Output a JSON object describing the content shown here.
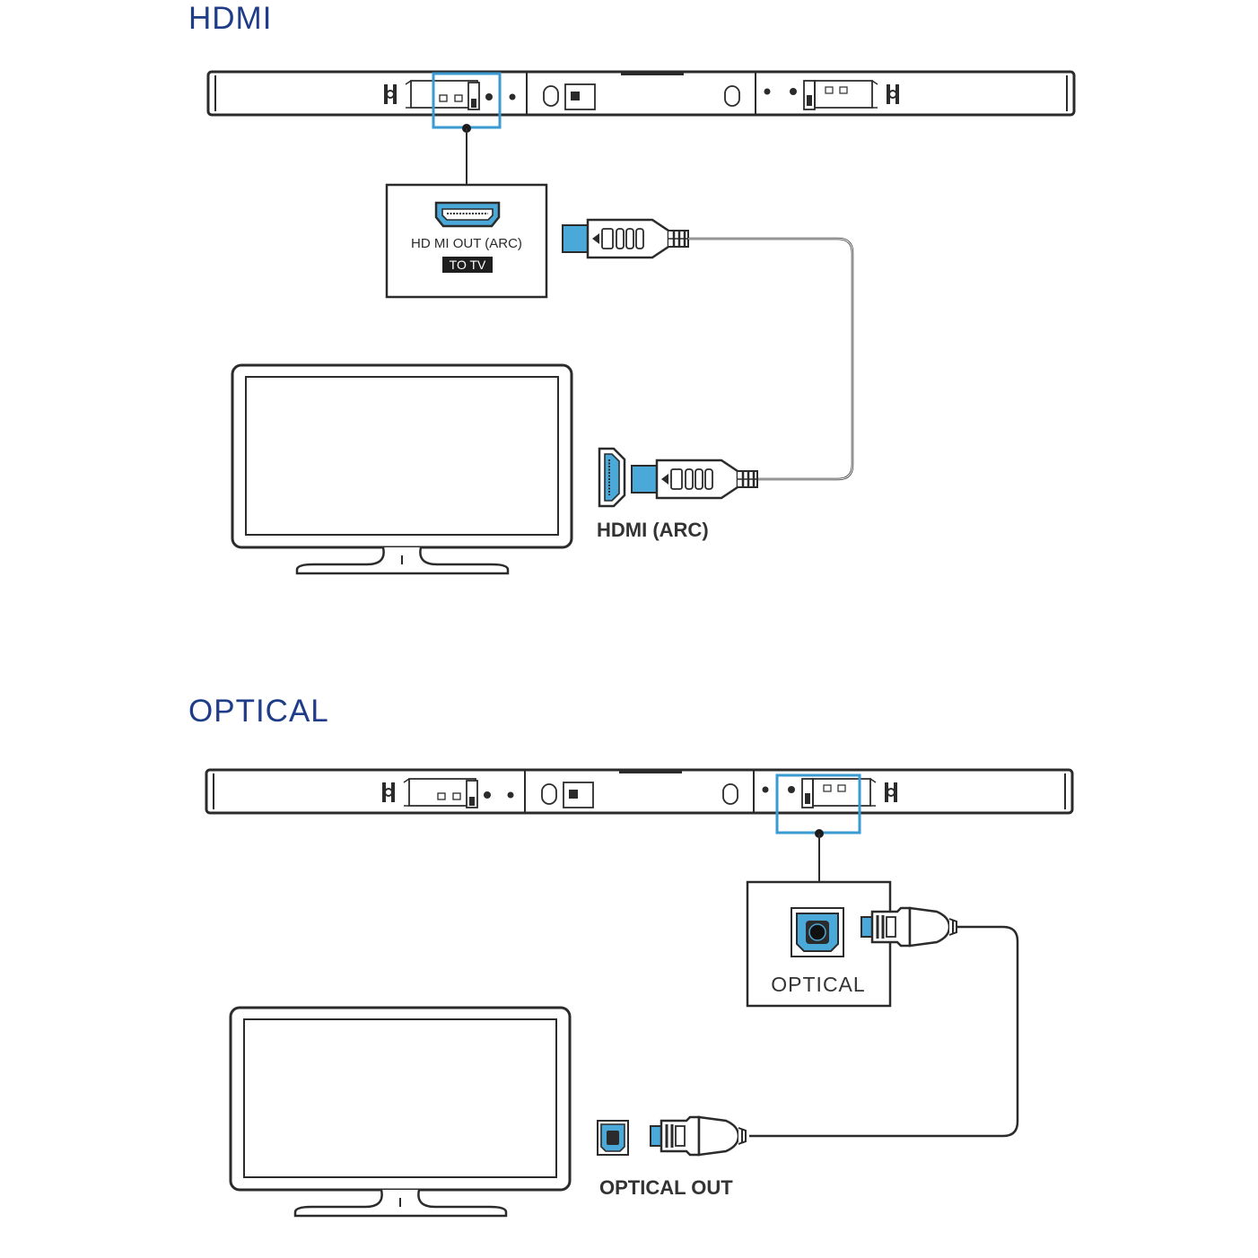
{
  "colors": {
    "title": "#1f3c88",
    "accent": "#4aa9d9",
    "highlight": "#3a9bd0",
    "line": "#2b2b2b"
  },
  "hdmi": {
    "title": "HDMI",
    "panel_label": "HD MI OUT (ARC)",
    "badge": "TO TV",
    "tv_port_label": "HDMI (ARC)",
    "panel_icon": "hdmi-port-icon",
    "tv_icon": "hdmi-port-icon"
  },
  "optical": {
    "title": "OPTICAL",
    "panel_label": "OPTICAL",
    "tv_port_label": "OPTICAL OUT",
    "panel_icon": "optical-port-icon",
    "tv_icon": "optical-port-icon"
  }
}
